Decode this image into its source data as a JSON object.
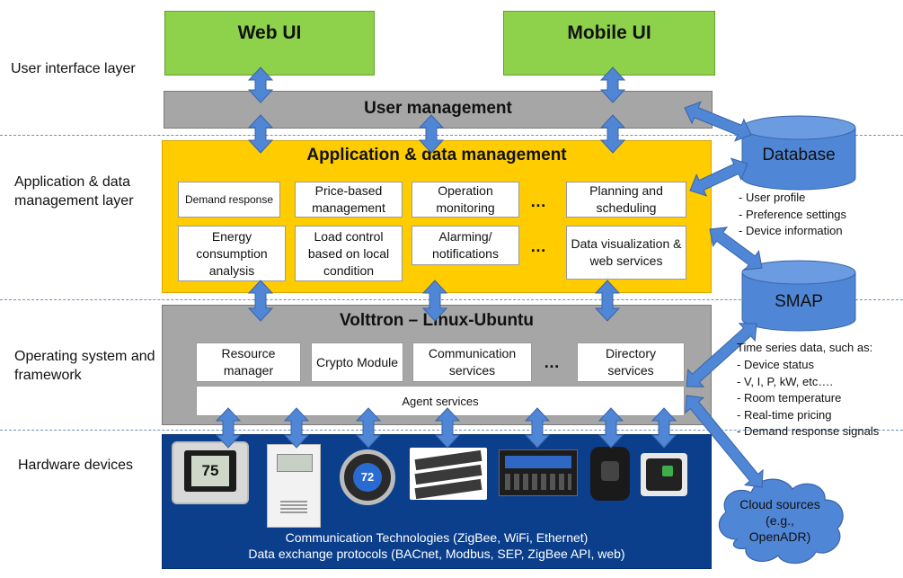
{
  "layers": {
    "ui": "User interface layer",
    "app": "Application & data management layer",
    "os": "Operating system and framework",
    "hw": "Hardware devices"
  },
  "ui": {
    "web": "Web UI",
    "mobile": "Mobile UI"
  },
  "user_management": "User management",
  "app_mgmt": {
    "title": "Application & data management",
    "row1": [
      "Demand response",
      "Price-based management",
      "Operation monitoring",
      "Planning and scheduling"
    ],
    "row2": [
      "Energy consumption analysis",
      "Load control based on local condition",
      "Alarming/ notifications",
      "Data visualization & web services"
    ],
    "ellipsis": "…"
  },
  "os": {
    "title": "Volttron – Linux-Ubuntu",
    "boxes": [
      "Resource manager",
      "Crypto Module",
      "Communication services",
      "Directory services"
    ],
    "agent": "Agent services",
    "ellipsis": "…"
  },
  "hardware": {
    "line1": "Communication Technologies (ZigBee, WiFi, Ethernet)",
    "line2": "Data exchange protocols (BACnet, Modbus, SEP, ZigBee API, web)",
    "thermostat_display": "75",
    "nest_display": "72"
  },
  "database": {
    "label": "Database",
    "items": [
      "- User profile",
      "- Preference settings",
      "- Device information"
    ]
  },
  "smap": {
    "label": "SMAP",
    "intro": "Time series data, such as:",
    "items": [
      "- Device status",
      "- V, I, P, kW, etc….",
      "- Room temperature",
      "- Real-time pricing",
      "- Demand response signals"
    ]
  },
  "cloud": {
    "line1": "Cloud sources",
    "line2": "(e.g.,",
    "line3": "OpenADR)"
  },
  "colors": {
    "green": "#8ed14a",
    "grey": "#a6a6a6",
    "yellow": "#ffcc00",
    "hardware_blue": "#0b3f8c",
    "arrow_blue": "#4f86d6",
    "cylinder_blue": "#4f86d6"
  }
}
